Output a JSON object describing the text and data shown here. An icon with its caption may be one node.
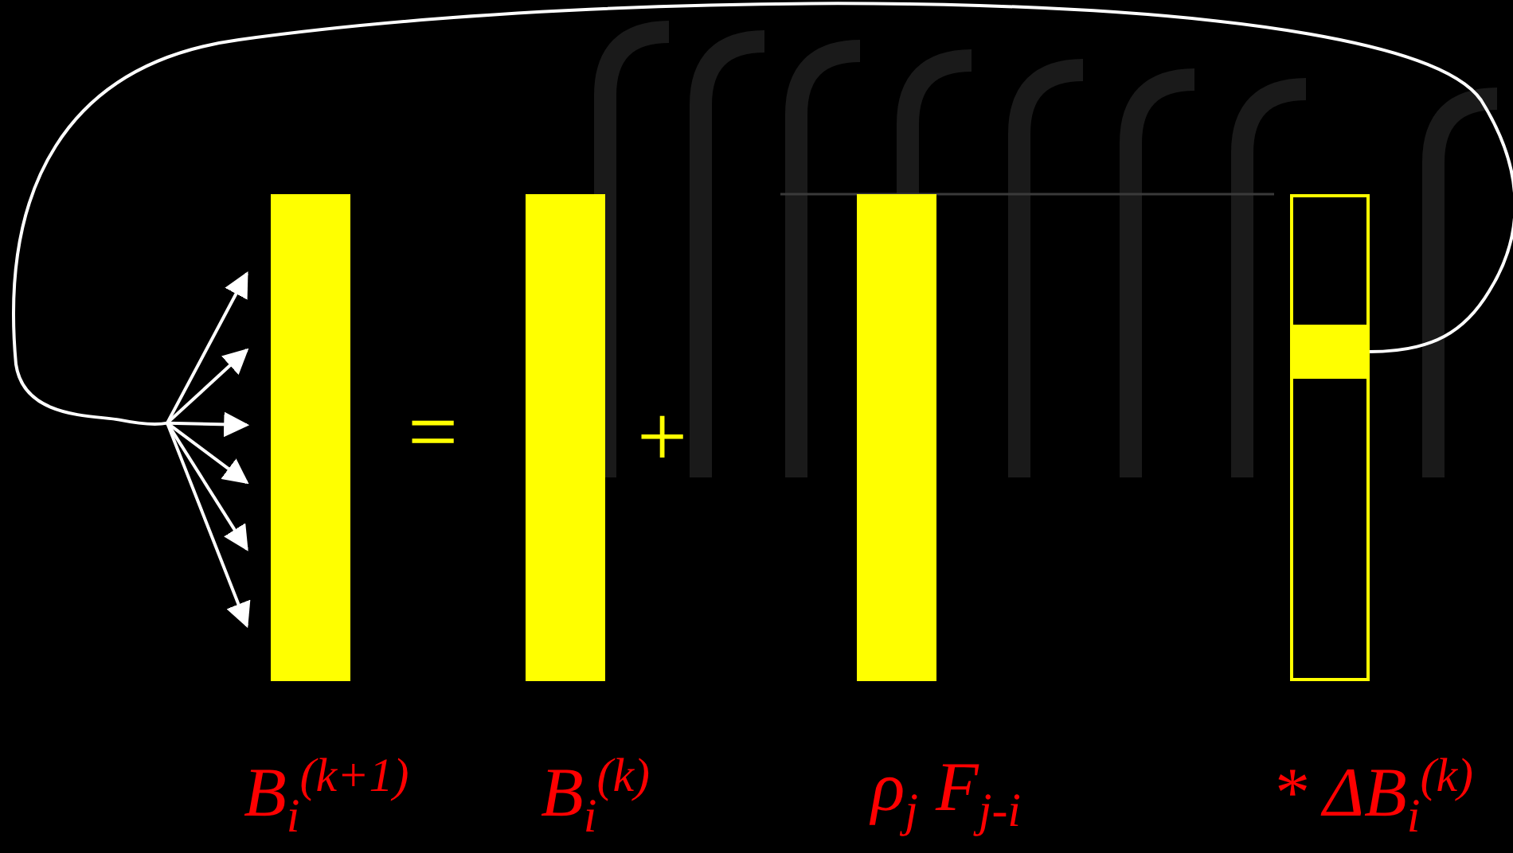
{
  "diagram": {
    "nodes": [
      {
        "text": [],
        "shape": "bar",
        "beside": [
          "B$_{i}$$^{(k+1)}$"
        ]
      },
      {
        "text": [],
        "shape": "bar",
        "beside": [
          "B$_{i}$$^{(k)}$"
        ]
      },
      {
        "text": [],
        "shape": "bar",
        "beside": [
          "ρ$_{j}$ F$_{j-i}$"
        ]
      },
      {
        "text": [],
        "shape": "bar",
        "beside": [
          "* ΔB$_{i}$$^{(k)}$"
        ]
      },
      {
        "text": [],
        "shape": "bar",
        "in": 3
      }
    ],
    "edges": [
      {
        "from": 4,
        "to": 0,
        "arrow": "to"
      }
    ],
    "labels": [
      "=",
      "+"
    ]
  }
}
